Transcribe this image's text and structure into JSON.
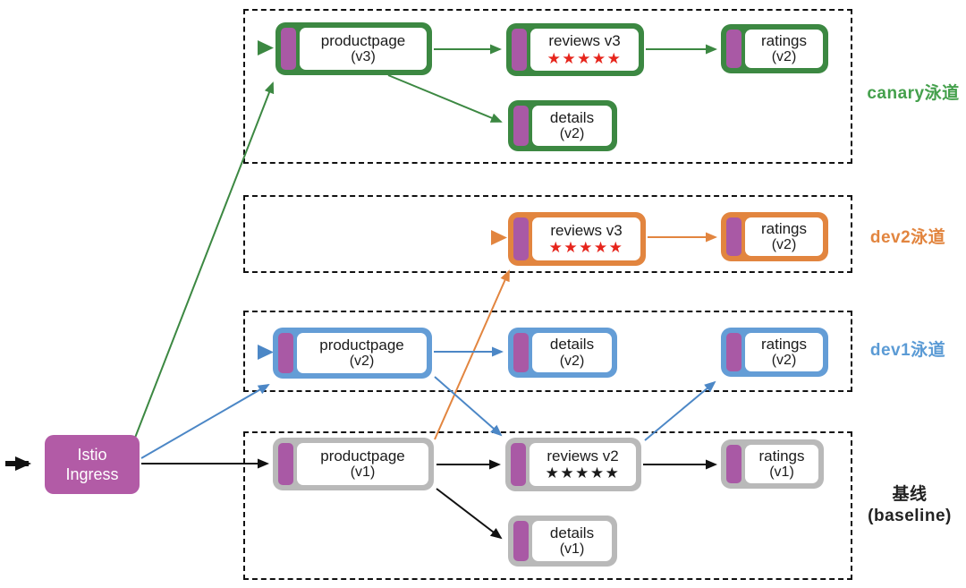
{
  "ingress": {
    "line1": "Istio",
    "line2": "Ingress"
  },
  "lanes": [
    {
      "name": "canary",
      "label": "canary泳道",
      "color": "#3c8842",
      "nodes": [
        {
          "id": "productpage-v3",
          "line1": "productpage",
          "line2": "(v3)"
        },
        {
          "id": "reviews-v3",
          "line1": "reviews v3",
          "stars": "★★★★★",
          "stars_color": "#e6251c"
        },
        {
          "id": "ratings-v2",
          "line1": "ratings",
          "line2": "(v2)"
        },
        {
          "id": "details-v2",
          "line1": "details",
          "line2": "(v2)"
        }
      ]
    },
    {
      "name": "dev2",
      "label": "dev2泳道",
      "color": "#e2853f",
      "nodes": [
        {
          "id": "reviews-v3",
          "line1": "reviews v3",
          "stars": "★★★★★",
          "stars_color": "#e6251c"
        },
        {
          "id": "ratings-v2",
          "line1": "ratings",
          "line2": "(v2)"
        }
      ]
    },
    {
      "name": "dev1",
      "label": "dev1泳道",
      "color": "#649dd6",
      "nodes": [
        {
          "id": "productpage-v2",
          "line1": "productpage",
          "line2": "(v2)"
        },
        {
          "id": "details-v2",
          "line1": "details",
          "line2": "(v2)"
        },
        {
          "id": "ratings-v2",
          "line1": "ratings",
          "line2": "(v2)"
        }
      ]
    },
    {
      "name": "baseline",
      "label_line1": "基线",
      "label_line2": "(baseline)",
      "color": "#b9b9b9",
      "nodes": [
        {
          "id": "productpage-v1",
          "line1": "productpage",
          "line2": "(v1)"
        },
        {
          "id": "reviews-v2",
          "line1": "reviews v2",
          "stars": "★★★★★",
          "stars_color": "#1a1a1a"
        },
        {
          "id": "ratings-v1",
          "line1": "ratings",
          "line2": "(v1)"
        },
        {
          "id": "details-v1",
          "line1": "details",
          "line2": "(v1)"
        }
      ]
    }
  ],
  "edges": [
    {
      "from": "external",
      "to": "istio-ingress",
      "color": "black"
    },
    {
      "from": "istio-ingress",
      "to": "canary/productpage-v3",
      "color": "green"
    },
    {
      "from": "istio-ingress",
      "to": "dev1/productpage-v2",
      "color": "blue"
    },
    {
      "from": "istio-ingress",
      "to": "baseline/productpage-v1",
      "color": "black"
    },
    {
      "from": "canary/productpage-v3",
      "to": "canary/reviews-v3",
      "color": "green"
    },
    {
      "from": "canary/reviews-v3",
      "to": "canary/ratings-v2",
      "color": "green"
    },
    {
      "from": "canary/productpage-v3",
      "to": "canary/details-v2",
      "color": "green"
    },
    {
      "from": "baseline/productpage-v1",
      "to": "dev2/reviews-v3",
      "color": "orange"
    },
    {
      "from": "dev2/reviews-v3",
      "to": "dev2/ratings-v2",
      "color": "orange"
    },
    {
      "from": "dev1/productpage-v2",
      "to": "dev1/details-v2",
      "color": "blue"
    },
    {
      "from": "dev1/productpage-v2",
      "to": "baseline/reviews-v2",
      "color": "blue"
    },
    {
      "from": "baseline/reviews-v2",
      "to": "dev1/ratings-v2",
      "color": "blue"
    },
    {
      "from": "baseline/productpage-v1",
      "to": "baseline/reviews-v2",
      "color": "black"
    },
    {
      "from": "baseline/reviews-v2",
      "to": "baseline/ratings-v1",
      "color": "black"
    },
    {
      "from": "baseline/productpage-v1",
      "to": "baseline/details-v1",
      "color": "black"
    }
  ],
  "colors": {
    "canary": "#3c8842",
    "dev2": "#e2853f",
    "dev1": "#649dd6",
    "baseline": "#b9b9b9",
    "ingress": "#b25ba6",
    "container_bar": "#a959a5",
    "stars_red": "#e6251c",
    "stars_black": "#1a1a1a"
  }
}
